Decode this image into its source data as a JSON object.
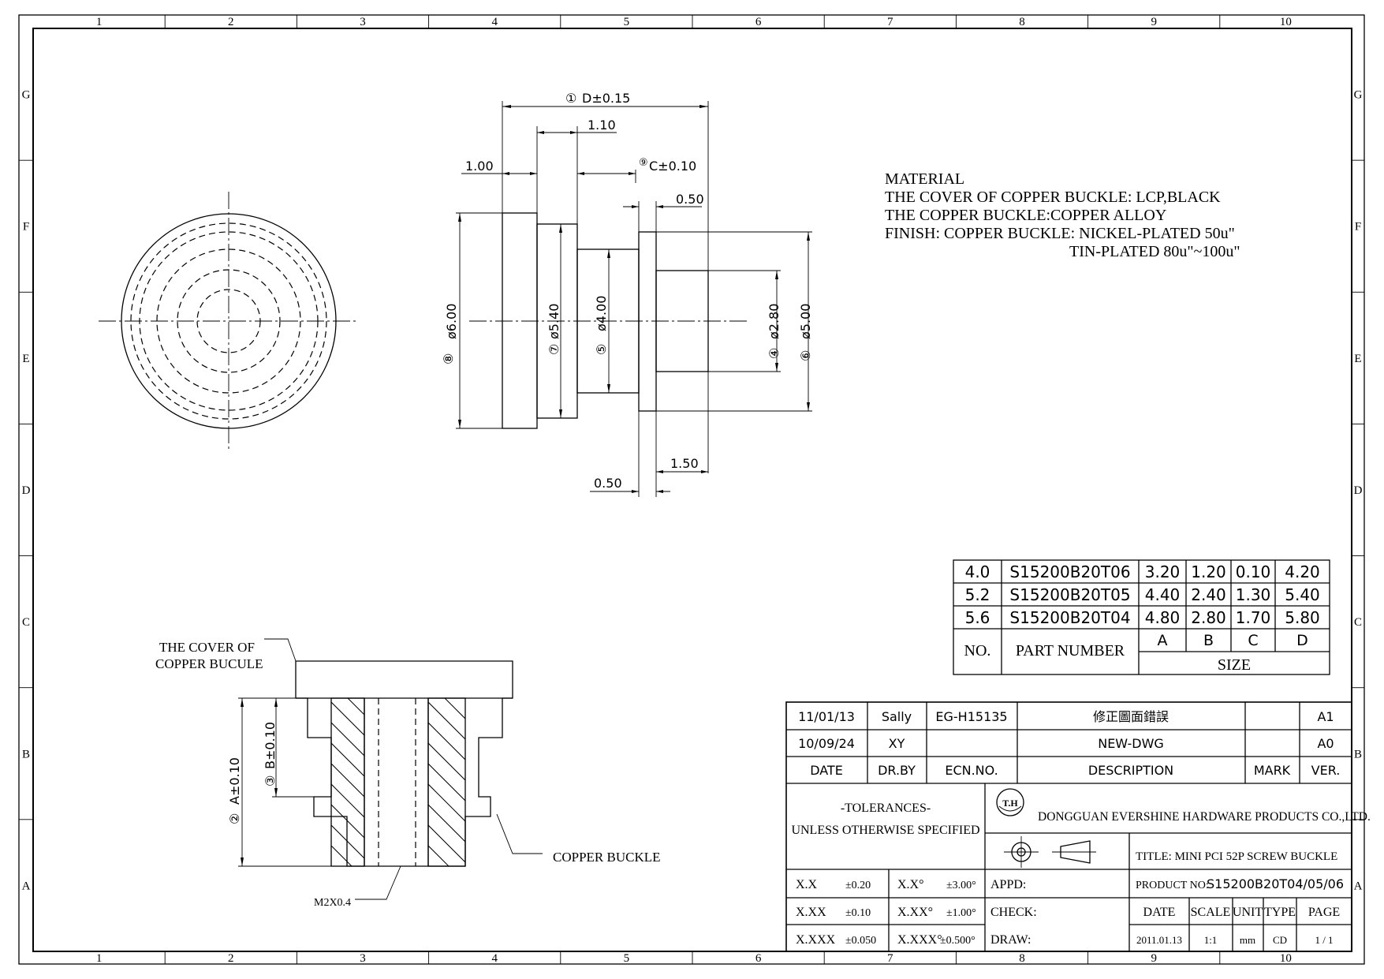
{
  "frame": {
    "columns": [
      "1",
      "2",
      "3",
      "4",
      "5",
      "6",
      "7",
      "8",
      "9",
      "10"
    ],
    "rows": [
      "G",
      "F",
      "E",
      "D",
      "C",
      "B",
      "A"
    ]
  },
  "dimensions": {
    "d": "D±0.15",
    "d_mark": "①",
    "w110": "1.10",
    "w100": "1.00",
    "c": "C±0.10",
    "c_mark": "⑨",
    "w050_top": "0.50",
    "w150": "1.50",
    "w050_bottom": "0.50",
    "dia600": "ø6.00",
    "dia600_mark": "⑧",
    "dia540": "ø5.40",
    "dia540_mark": "⑦",
    "dia400": "ø4.00",
    "dia400_mark": "⑤",
    "dia280": "ø2.80",
    "dia280_mark": "④",
    "dia500": "ø5.00",
    "dia500_mark": "⑥",
    "a": "A±0.10",
    "a_mark": "②",
    "b": "B±0.10",
    "b_mark": "③"
  },
  "notes": {
    "material": [
      "MATERIAL",
      "THE COVER OF COPPER BUCKLE: LCP,BLACK",
      "THE COPPER BUCKLE:COPPER ALLOY",
      "FINISH: COPPER BUCKLE: NICKEL-PLATED 50u\"",
      "TIN-PLATED 80u\"~100u\""
    ],
    "cover_label": [
      "THE COVER OF",
      "COPPER BUCULE"
    ],
    "buckle_label": "COPPER BUCKLE",
    "thread_label": "M2X0.4"
  },
  "size_table": {
    "rows": [
      [
        "4.0",
        "S15200B20T06",
        "3.20",
        "1.20",
        "0.10",
        "4.20"
      ],
      [
        "5.2",
        "S15200B20T05",
        "4.40",
        "2.40",
        "1.30",
        "5.40"
      ],
      [
        "5.6",
        "S15200B20T04",
        "4.80",
        "2.80",
        "1.70",
        "5.80"
      ]
    ],
    "no_header": "NO.",
    "part_header": "PART NUMBER",
    "size_cols": [
      "A",
      "B",
      "C",
      "D"
    ],
    "size_header": "SIZE"
  },
  "revisions": {
    "rows": [
      {
        "date": "11/01/13",
        "by": "Sally",
        "ecn": "EG-H15135",
        "desc": "修正圖面錯誤",
        "mark": "",
        "ver": "A1"
      },
      {
        "date": "10/09/24",
        "by": "XY",
        "ecn": "",
        "desc": "NEW-DWG",
        "mark": "",
        "ver": "A0"
      }
    ],
    "headers": {
      "date": "DATE",
      "by": "DR.BY",
      "ecn": "ECN.NO.",
      "desc": "DESCRIPTION",
      "mark": "MARK",
      "ver": "VER."
    }
  },
  "title_block": {
    "tol_title": "-TOLERANCES-",
    "tol_sub": "UNLESS OTHERWISE SPECIFIED",
    "logo_text": "T.H",
    "company": "DONGGUAN EVERSHINE HARDWARE PRODUCTS CO.,LTD.",
    "title": "TITLE: MINI PCI 52P SCREW BUCKLE",
    "product_label": "PRODUCT NO:",
    "product_no": "S15200B20T04/05/06",
    "appd": "APPD:",
    "check": "CHECK:",
    "draw": "DRAW:",
    "tolerances": [
      [
        "X.X",
        "±0.20",
        "X.X°",
        "±3.00°"
      ],
      [
        "X.XX",
        "±0.10",
        "X.XX°",
        "±1.00°"
      ],
      [
        "X.XXX",
        "±0.050",
        "X.XXX°",
        "±0.500°"
      ]
    ],
    "info_headers": [
      "DATE",
      "SCALE",
      "UNIT",
      "TYPE",
      "PAGE"
    ],
    "info_values": [
      "2011.01.13",
      "1:1",
      "mm",
      "CD",
      "1 / 1"
    ]
  }
}
